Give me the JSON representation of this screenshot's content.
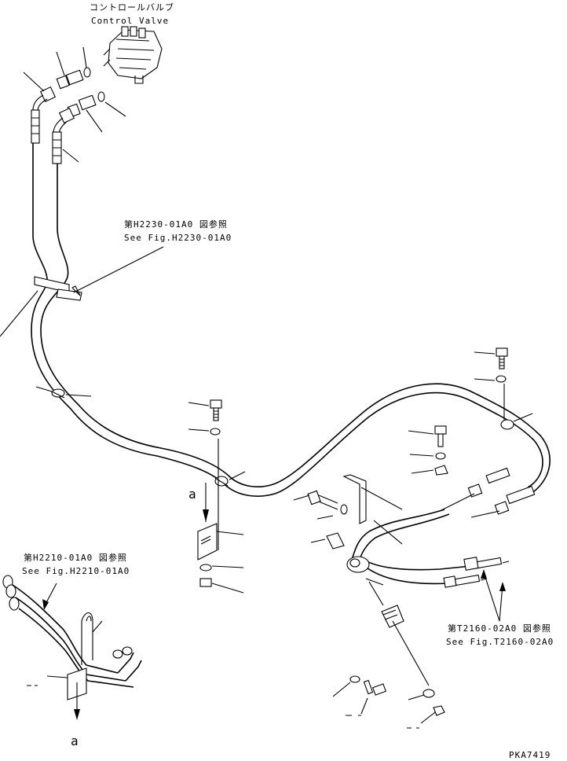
{
  "labels": {
    "control_valve_jp": "コントロールバルブ",
    "control_valve_en": "Control Valve",
    "ref1_jp": "第H2230-01A0 図参照",
    "ref1_en": "See Fig.H2230-01A0",
    "ref2_jp": "第H2210-01A0 図参照",
    "ref2_en": "See Fig.H2210-01A0",
    "ref3_jp": "第T2160-02A0 図参照",
    "ref3_en": "See Fig.T2160-02A0",
    "marker_a_top": "a",
    "marker_a_bottom": "a",
    "drawing_code": "PKA7419"
  }
}
